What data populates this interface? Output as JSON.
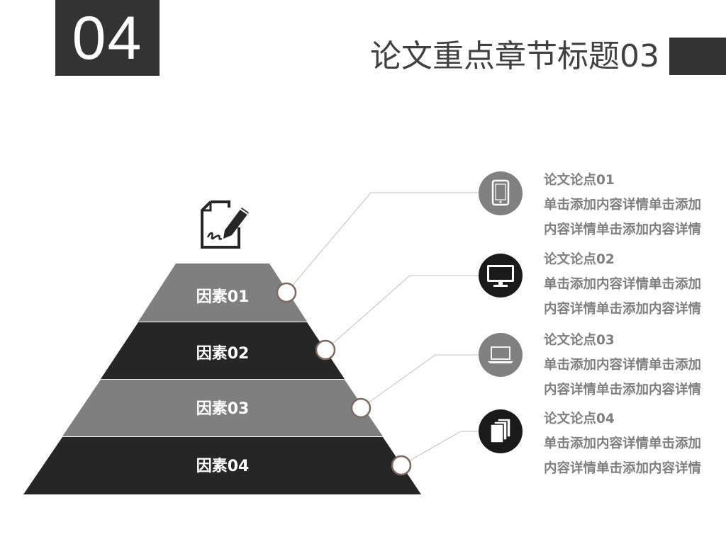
{
  "section_number": "04",
  "title": "论文重点章节标题03",
  "pyramid": {
    "top_icon": "signature-document-icon",
    "layers": [
      {
        "label": "因素01",
        "color": "#7f7f7f"
      },
      {
        "label": "因素02",
        "color": "#262626"
      },
      {
        "label": "因素03",
        "color": "#7f7f7f"
      },
      {
        "label": "因素04",
        "color": "#262626"
      }
    ]
  },
  "points": [
    {
      "title": "论文论点01",
      "line1": "单击添加内容详情单击添加",
      "line2": "内容详情单击添加内容详情",
      "icon": "tablet-icon",
      "icon_color": "#808080"
    },
    {
      "title": "论文论点02",
      "line1": "单击添加内容详情单击添加",
      "line2": "内容详情单击添加内容详情",
      "icon": "monitor-icon",
      "icon_color": "#1a1a1a"
    },
    {
      "title": "论文论点03",
      "line1": "单击添加内容详情单击添加",
      "line2": "内容详情单击添加内容详情",
      "icon": "laptop-icon",
      "icon_color": "#808080"
    },
    {
      "title": "论文论点04",
      "line1": "单击添加内容详情单击添加",
      "line2": "内容详情单击添加内容详情",
      "icon": "documents-icon",
      "icon_color": "#1a1a1a"
    }
  ]
}
